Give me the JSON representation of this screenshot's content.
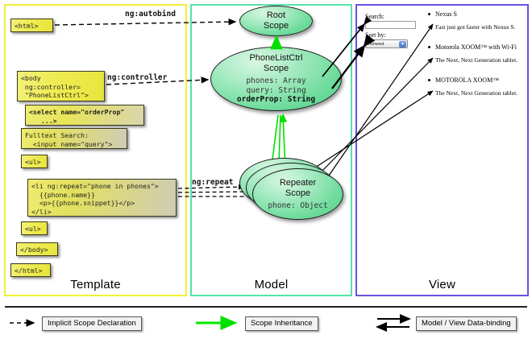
{
  "panels": {
    "template": {
      "title": "Template",
      "border_color": "#f2ef3a"
    },
    "model": {
      "title": "Model",
      "border_color": "#56e3a7"
    },
    "view": {
      "title": "View",
      "border_color": "#6b4fe0"
    }
  },
  "template_boxes": [
    {
      "name": "html-open",
      "code": "<html>"
    },
    {
      "name": "body-open",
      "code": "<body\n ng:controller=\n \"PhoneListCtrl\">"
    },
    {
      "name": "select",
      "code": "<select name=\"orderProp\"\n   ...>"
    },
    {
      "name": "search",
      "code": "Fulltext Search:\n  <input name=\"query\">"
    },
    {
      "name": "ul-open",
      "code": "<ul>"
    },
    {
      "name": "li-repeat",
      "code": "<li ng:repeat=\"phone in phones\">\n  {{phone.name}}\n  <p>{{phone.snippet}}</p>\n</li>"
    },
    {
      "name": "ul-close",
      "code": "<ul>"
    },
    {
      "name": "body-close",
      "code": "</body>"
    },
    {
      "name": "html-close",
      "code": "</html>"
    }
  ],
  "scopes": {
    "root": {
      "title": "Root\nScope",
      "props": ""
    },
    "phone_list_ctrl": {
      "title": "PhoneListCtrl\nScope",
      "props_plain": "phones: Array\nquery: String",
      "props_bold": "orderProp: String"
    },
    "repeater": {
      "title": "Repeater\nScope",
      "props": "phone: Object"
    }
  },
  "edge_labels": {
    "autobind": "ng:autobind",
    "controller": "ng:controller",
    "repeat": "ng:repeat"
  },
  "view": {
    "search_label": "Search:",
    "search_value": "",
    "sort_label": "Sort by:",
    "sort_selected": "Newest",
    "phones": [
      {
        "name": "Nexus S",
        "snippet": "Fast just got faster with Nexus S."
      },
      {
        "name": "Motorola XOOM™  with Wi-Fi",
        "snippet": "The Next, Next Generation tablet."
      },
      {
        "name": "MOTOROLA XOOM™",
        "snippet": "The Next, Next Generation tablet."
      }
    ]
  },
  "legend": [
    {
      "name": "implicit-scope-declaration",
      "label": "Implicit Scope Declaration",
      "style": "dashed-arrow",
      "color": "#000000"
    },
    {
      "name": "scope-inheritance",
      "label": "Scope Inheritance",
      "style": "green-arrow",
      "color": "#00e800"
    },
    {
      "name": "model-view-data-binding",
      "label": "Model / View Data-binding",
      "style": "double-arrow",
      "color": "#000000"
    }
  ]
}
